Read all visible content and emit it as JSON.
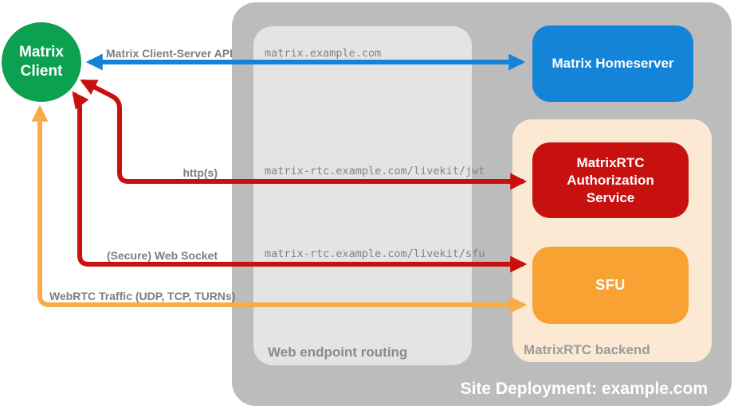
{
  "diagram": {
    "title": "Site Deployment: example.com",
    "nodes": {
      "client": "Matrix Client",
      "homeserver": "Matrix Homeserver",
      "auth_service": "MatrixRTC Authorization Service",
      "sfu": "SFU"
    },
    "containers": {
      "web_endpoint_routing": "Web endpoint routing",
      "matrixrtc_backend": "MatrixRTC backend"
    },
    "arrows": {
      "client_server_api": "Matrix Client-Server API",
      "https": "http(s)",
      "websocket": "(Secure) Web Socket",
      "webrtc": "WebRTC Traffic (UDP, TCP, TURNs)"
    },
    "endpoints": {
      "homeserver": "matrix.example.com",
      "jwt": "matrix-rtc.example.com/livekit/jwt",
      "sfu": "matrix-rtc.example.com/livekit/sfu"
    },
    "colors": {
      "client_green": "#0ba151",
      "homeserver_blue": "#1484d8",
      "auth_red": "#c8100e",
      "sfu_orange": "#f8a233",
      "webrtc_arrow_orange": "#f9ab49",
      "backend_peach": "#fce9d4",
      "site_gray": "#bcbcbc",
      "routing_gray": "#e4e4e4",
      "label_gray": "#7d7d7d"
    }
  }
}
